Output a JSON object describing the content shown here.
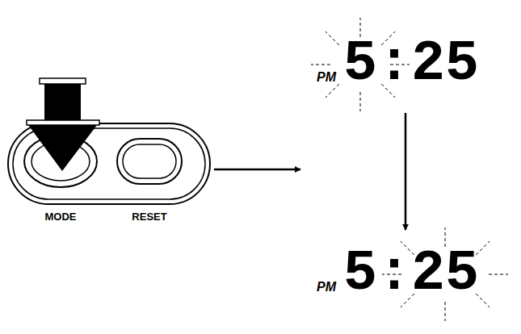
{
  "diagram": {
    "labels": [
      "MODE",
      "RESET",
      "PM",
      "5:25",
      "PM",
      "5:25"
    ]
  }
}
